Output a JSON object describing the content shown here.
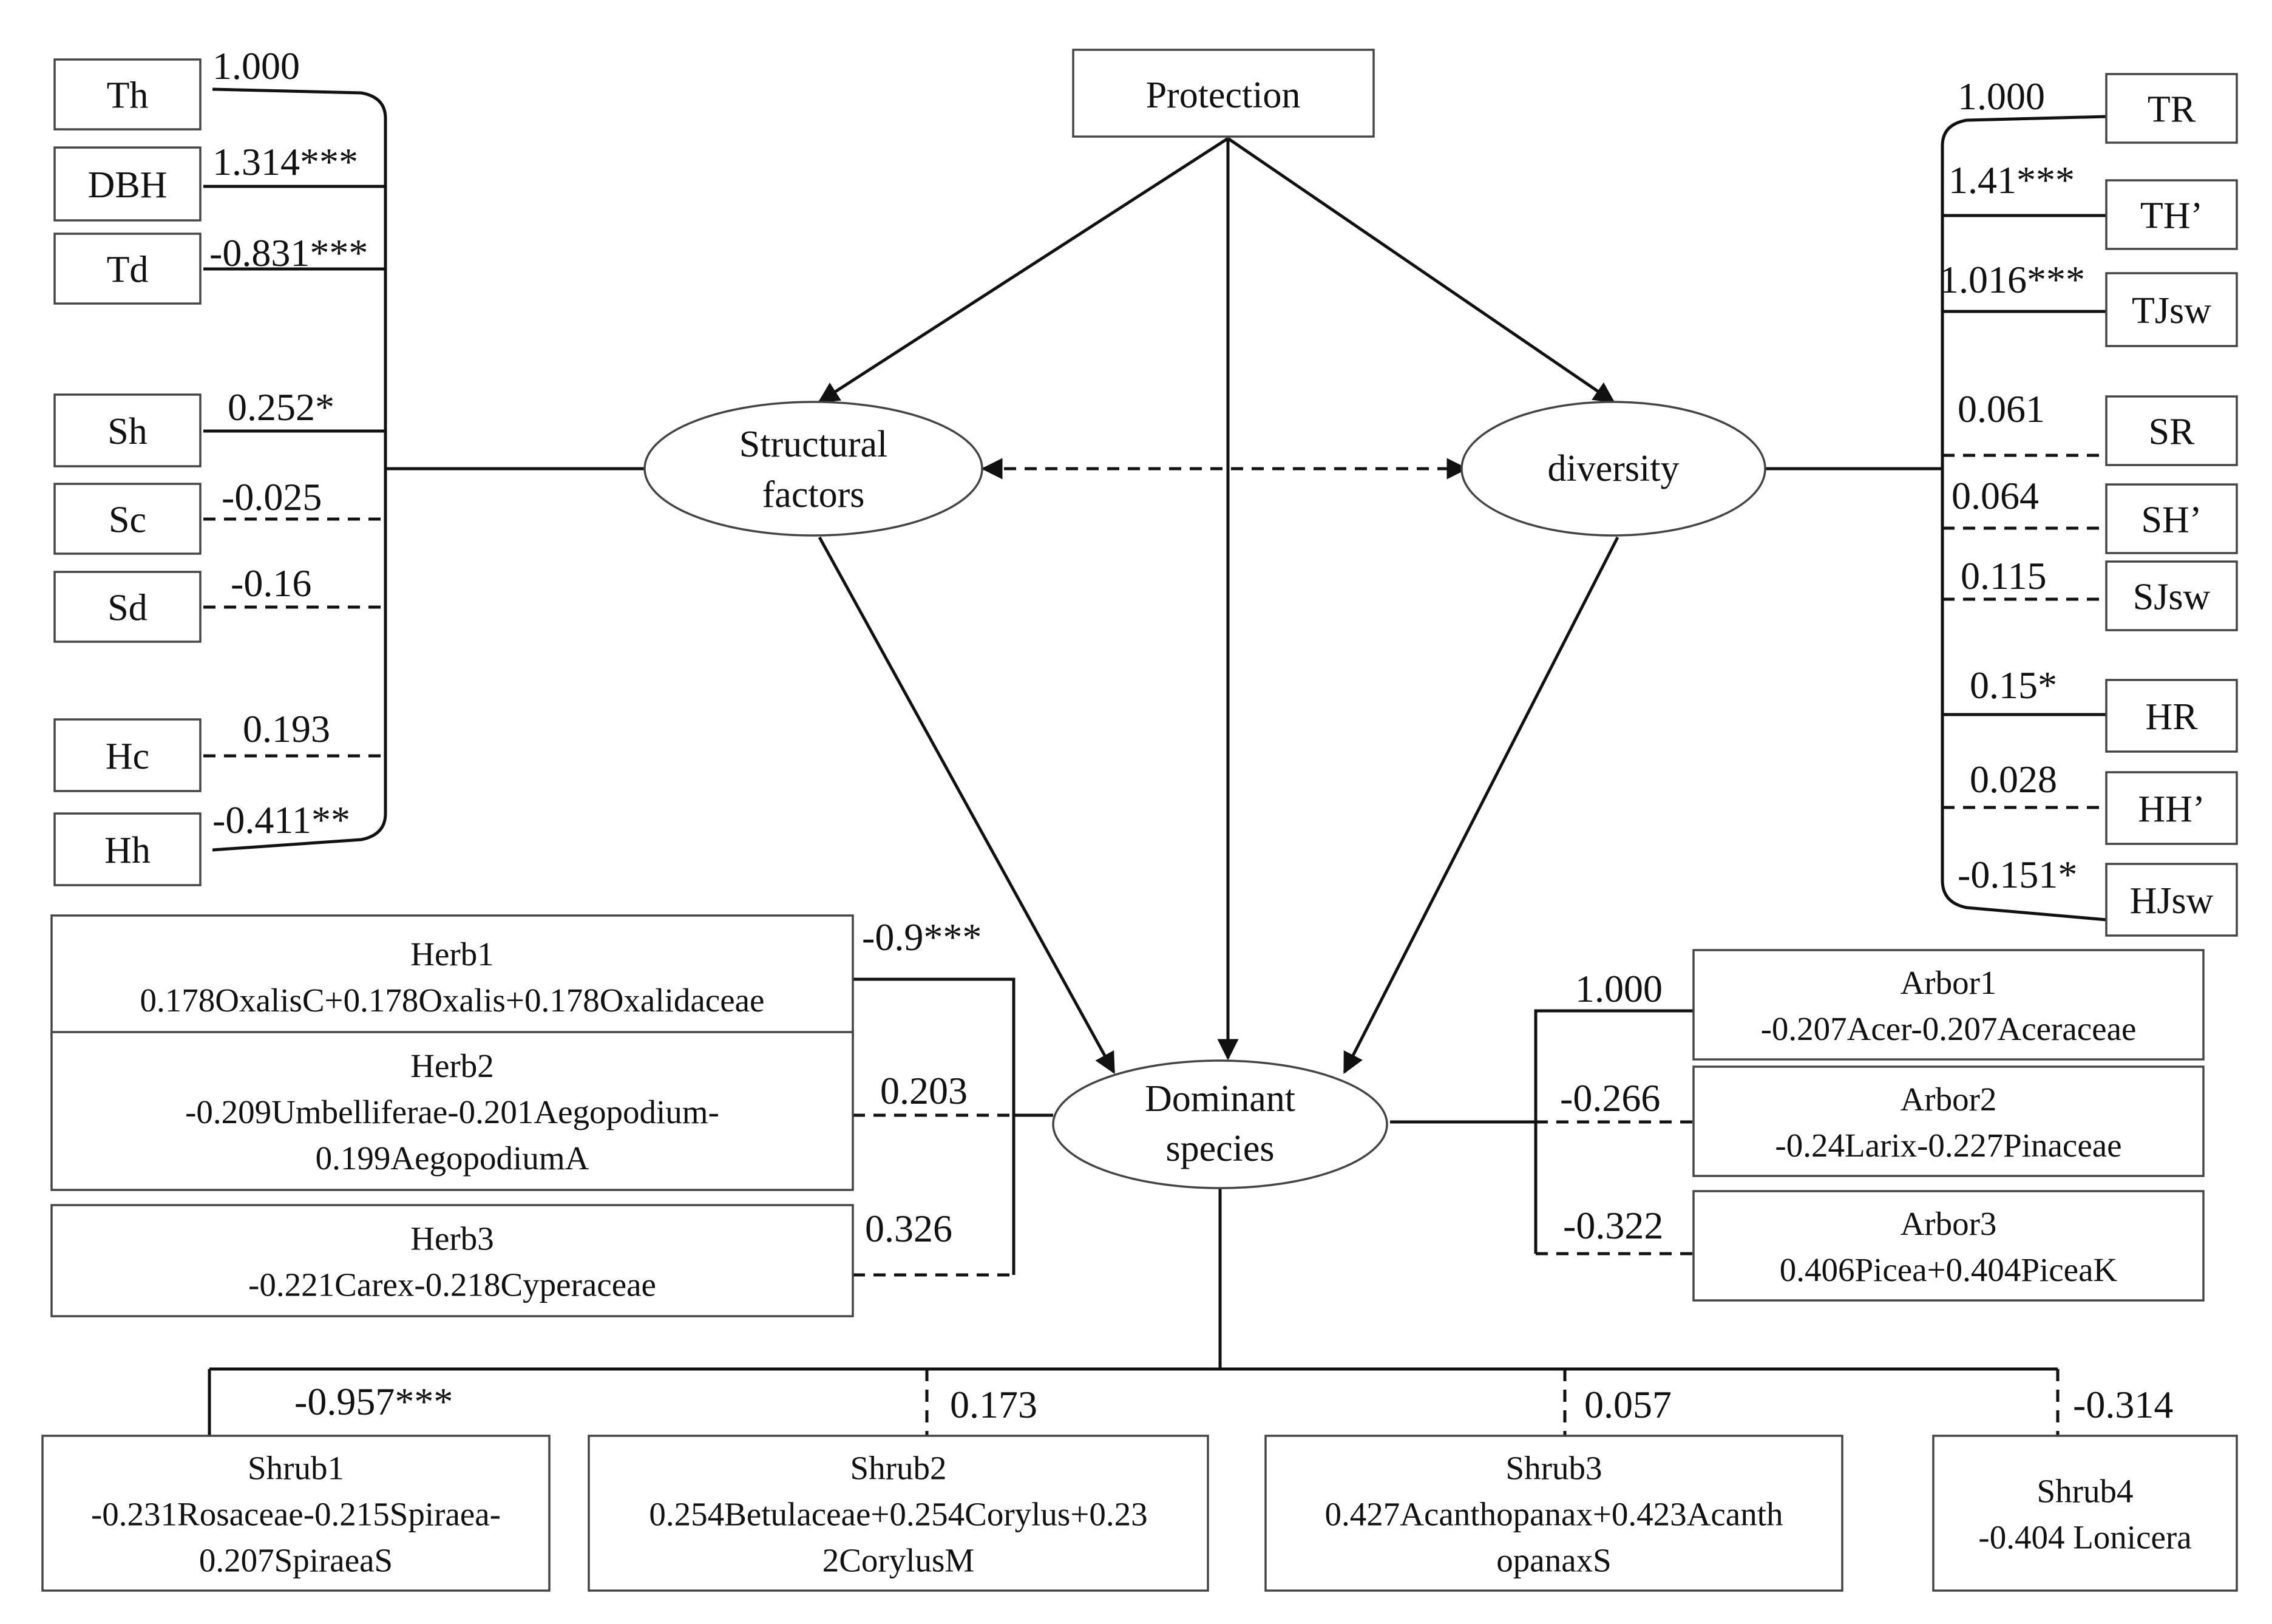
{
  "protection": "Protection",
  "structural": {
    "line1": "Structural",
    "line2": "factors"
  },
  "diversity": "diversity",
  "dominant": {
    "line1": "Dominant",
    "line2": "species"
  },
  "left_indicators": [
    {
      "label": "Th",
      "coef": "1.000"
    },
    {
      "label": "DBH",
      "coef": "1.314***"
    },
    {
      "label": "Td",
      "coef": "-0.831***"
    },
    {
      "label": "Sh",
      "coef": "0.252*"
    },
    {
      "label": "Sc",
      "coef": "-0.025"
    },
    {
      "label": "Sd",
      "coef": "-0.16"
    },
    {
      "label": "Hc",
      "coef": "0.193"
    },
    {
      "label": "Hh",
      "coef": "-0.411**"
    }
  ],
  "right_indicators": [
    {
      "label": "TR",
      "coef": "1.000"
    },
    {
      "label": "TH’",
      "coef": "1.41***"
    },
    {
      "label": "TJsw",
      "coef": "1.016***"
    },
    {
      "label": "SR",
      "coef": "0.061"
    },
    {
      "label": "SH’",
      "coef": "0.064"
    },
    {
      "label": "SJsw",
      "coef": "0.115"
    },
    {
      "label": "HR",
      "coef": "0.15*"
    },
    {
      "label": "HH’",
      "coef": "0.028"
    },
    {
      "label": "HJsw",
      "coef": "-0.151*"
    }
  ],
  "herbs": [
    {
      "title": "Herb1",
      "lines": [
        "0.178OxalisC+0.178Oxalis+0.178Oxalidaceae"
      ],
      "coef": "-0.9***"
    },
    {
      "title": "Herb2",
      "lines": [
        "-0.209Umbelliferae-0.201Aegopodium-",
        "0.199AegopodiumA"
      ],
      "coef": "0.203"
    },
    {
      "title": "Herb3",
      "lines": [
        "-0.221Carex-0.218Cyperaceae"
      ],
      "coef": "0.326"
    }
  ],
  "arbors": [
    {
      "title": "Arbor1",
      "lines": [
        "-0.207Acer-0.207Aceraceae"
      ],
      "coef": "1.000"
    },
    {
      "title": "Arbor2",
      "lines": [
        "-0.24Larix-0.227Pinaceae"
      ],
      "coef": "-0.266"
    },
    {
      "title": "Arbor3",
      "lines": [
        "0.406Picea+0.404PiceaK"
      ],
      "coef": "-0.322"
    }
  ],
  "shrubs": [
    {
      "title": "Shrub1",
      "lines": [
        "-0.231Rosaceae-0.215Spiraea-",
        "0.207SpiraeaS"
      ],
      "coef": "-0.957***"
    },
    {
      "title": "Shrub2",
      "lines": [
        "0.254Betulaceae+0.254Corylus+0.23",
        "2CorylusM"
      ],
      "coef": "0.173"
    },
    {
      "title": "Shrub3",
      "lines": [
        "0.427Acanthopanax+0.423Acanth",
        "opanaxS"
      ],
      "coef": "0.057"
    },
    {
      "title": "Shrub4",
      "lines": [
        "-0.404 Lonicera"
      ],
      "coef": "-0.314"
    }
  ]
}
